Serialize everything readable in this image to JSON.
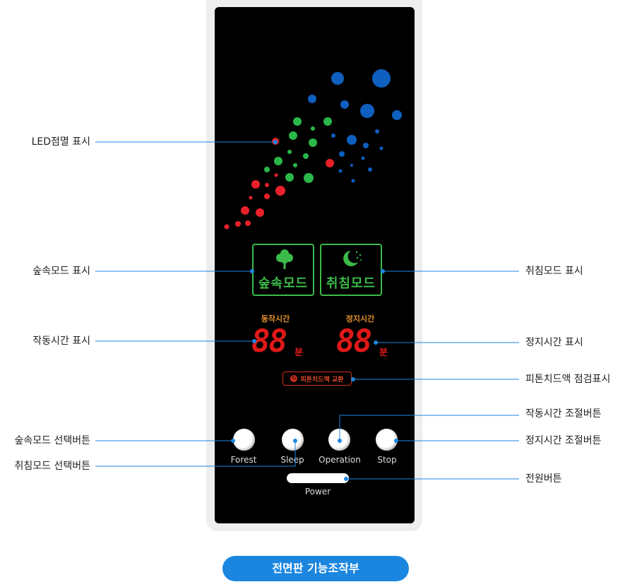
{
  "callouts": {
    "led": "LED점멸 표시",
    "forest_ind": "숲속모드 표시",
    "op_time": "작동시간 표시",
    "forest_btn": "숲속모드 선택버튼",
    "sleep_btn": "취침모드 선택버튼",
    "sleep_ind": "취침모드 표시",
    "stop_time": "정지시간 표시",
    "refill": "피톤치드액 점검표시",
    "op_adj": "작동시간 조절버튼",
    "stop_adj": "정지시간 조절버튼",
    "power": "전원버튼"
  },
  "panel": {
    "forest_mode_text": "숲속모드",
    "sleep_mode_text": "취침모드",
    "op_time_label": "동작시간",
    "stop_time_label": "정지시간",
    "op_digits": "88",
    "stop_digits": "88",
    "unit": "분",
    "refill_text": "피톤치드액 교환"
  },
  "buttons": {
    "forest": "Forest",
    "sleep": "Sleep",
    "operation": "Operation",
    "stop": "Stop",
    "power": "Power"
  },
  "caption": "전면판 기능조작부",
  "colors": {
    "callout_line": "#1b86e0",
    "led_green": "#2ab84a",
    "led_red": "#e8202a",
    "led_blue": "#0f5fc0",
    "caption_bg": "#1b86e0"
  }
}
